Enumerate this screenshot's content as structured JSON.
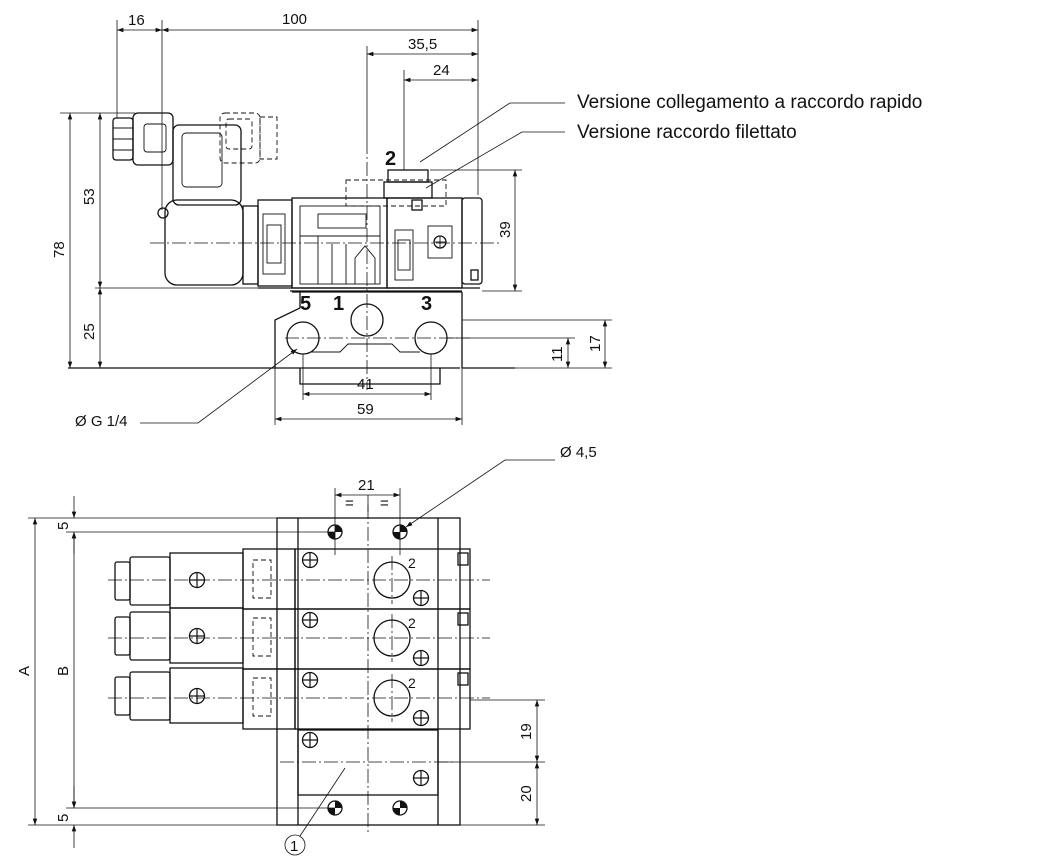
{
  "callouts": {
    "quick_connector": "Versione collegamento a raccordo rapido",
    "threaded_fitting": "Versione raccordo filettato",
    "port_thread": "Ø G 1/4",
    "mount_hole": "Ø 4,5",
    "item_1": "1"
  },
  "side_view": {
    "dims": {
      "d16": "16",
      "d100": "100",
      "d35_5": "35,5",
      "d24": "24",
      "d53": "53",
      "d78": "78",
      "d25": "25",
      "d39": "39",
      "d17": "17",
      "d11": "11",
      "d41": "41",
      "d59": "59"
    },
    "ports": {
      "p2": "2",
      "p5": "5",
      "p1": "1",
      "p3": "3"
    }
  },
  "top_view": {
    "dims": {
      "d21": "21",
      "eq_left": "=",
      "eq_right": "=",
      "d5_top": "5",
      "d5_bottom": "5",
      "A": "A",
      "B": "B",
      "d19": "19",
      "d20": "20"
    },
    "valve_ports": [
      "2",
      "2",
      "2"
    ]
  }
}
